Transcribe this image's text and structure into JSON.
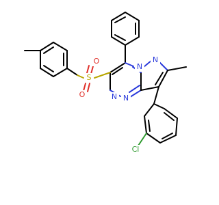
{
  "atoms": {
    "s": {
      "text": "S",
      "color": "#b8a600"
    },
    "o1": {
      "text": "O",
      "color": "#e0302a"
    },
    "o2": {
      "text": "O",
      "color": "#e0302a"
    },
    "n1": {
      "text": "N",
      "color": "#2b3bdb"
    },
    "n2": {
      "text": "N",
      "color": "#2b3bdb"
    },
    "n3": {
      "text": "N",
      "color": "#2b3bdb"
    },
    "n4": {
      "text": "N",
      "color": "#2b3bdb"
    },
    "cl": {
      "text": "Cl",
      "color": "#2e9a2e"
    }
  }
}
